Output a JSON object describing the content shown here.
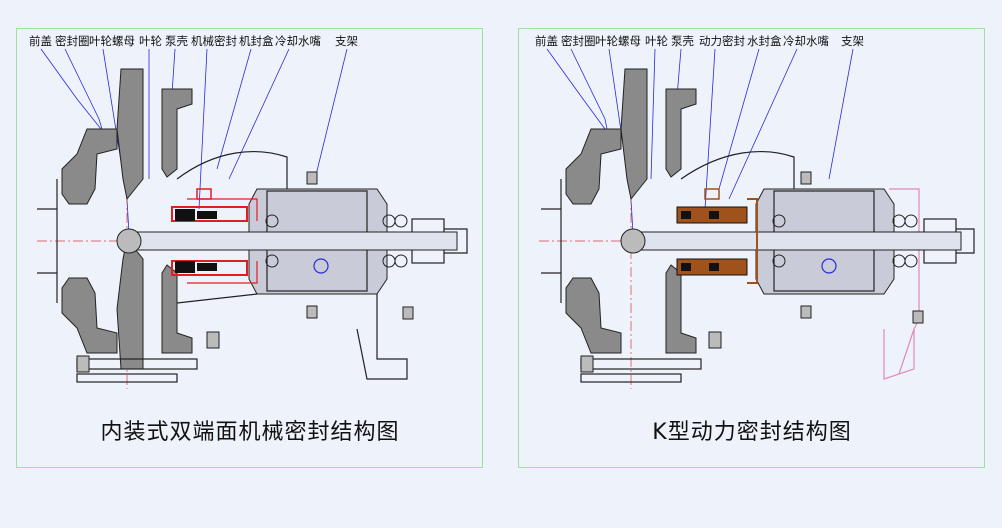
{
  "left": {
    "labels": [
      "前盖",
      "密封圈",
      "叶轮螺母",
      "叶轮",
      "泵壳",
      "机械密封",
      "机封盒",
      "冷却水嘴",
      "支架"
    ],
    "caption": "内装式双端面机械密封结构图"
  },
  "right": {
    "labels": [
      "前盖",
      "密封圈",
      "叶轮螺母",
      "叶轮",
      "泵壳",
      "动力密封",
      "水封盒",
      "冷却水嘴",
      "支架"
    ],
    "caption": "K型动力密封结构图"
  },
  "colors": {
    "outline": "#222222",
    "section_fill": "#8a8a8a",
    "seal_red": "#e02020",
    "seal_black": "#111111",
    "dyn_seal_brown": "#a0521c",
    "center_line": "#d23c3c",
    "leader_line": "#2b2bd6",
    "frame_border": "#9fe0a0",
    "bracket_pink": "#e08ab8"
  }
}
